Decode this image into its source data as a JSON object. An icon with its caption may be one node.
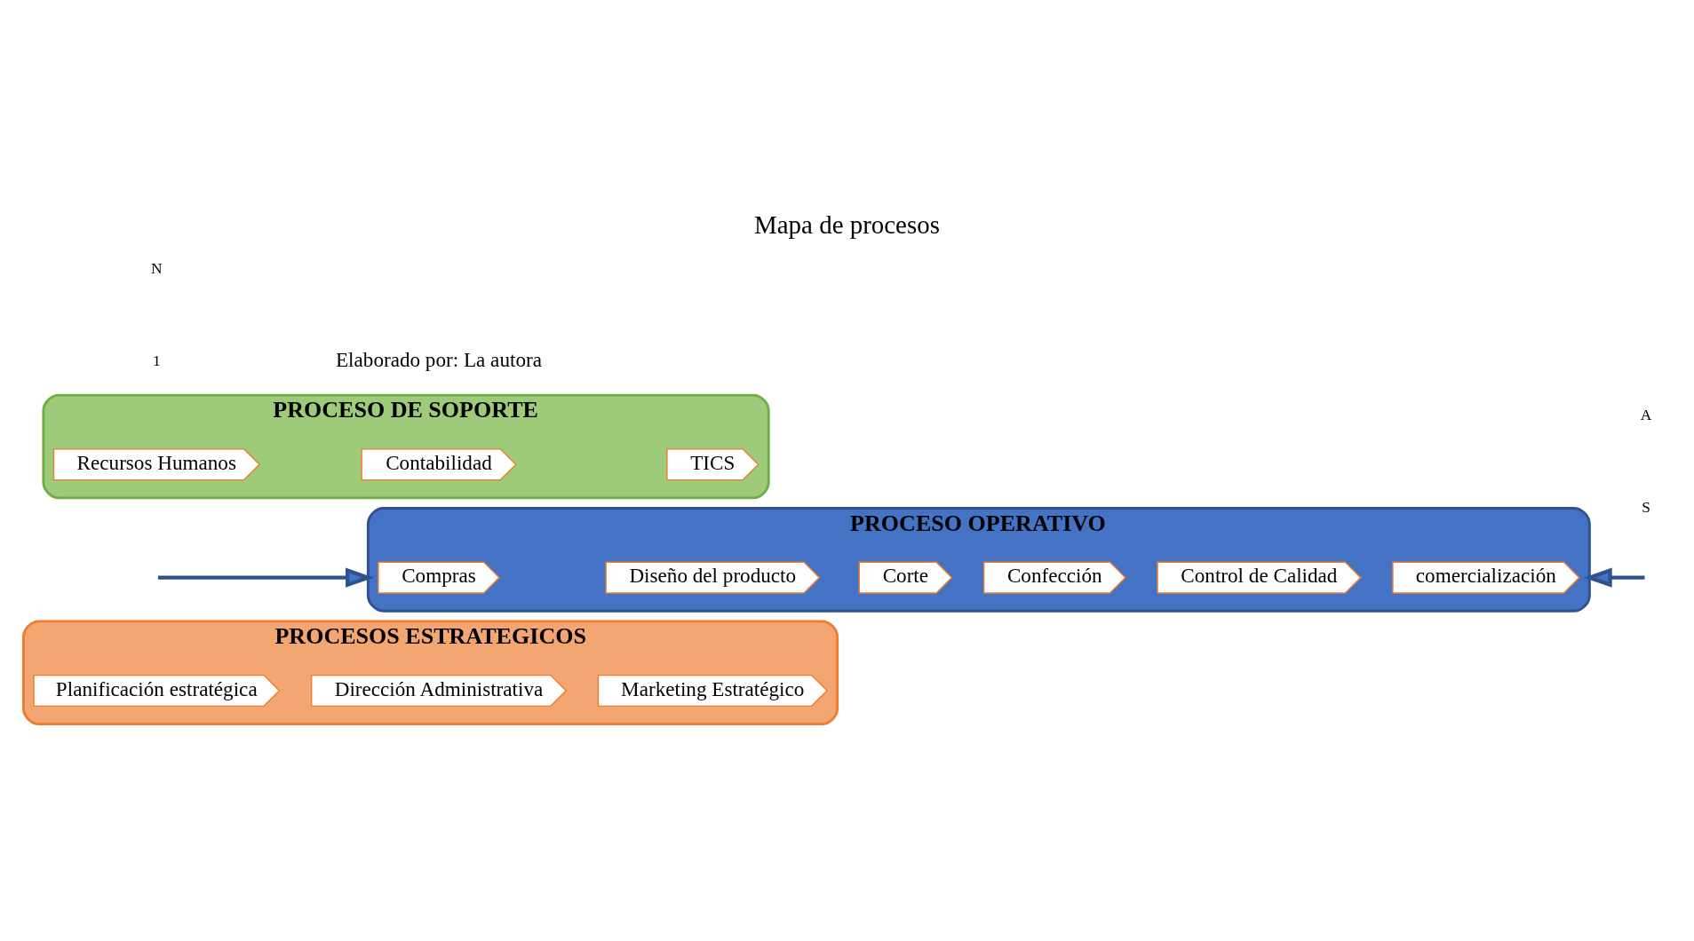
{
  "diagram": {
    "title": "Mapa de procesos",
    "caption": "Elaborado por: La autora",
    "nodes": [
      {
        "text": [
          "PROCESOS ESTRATEGICOS"
        ]
      },
      {
        "text": [
          "Planificación estratégica"
        ],
        "in": 0
      },
      {
        "text": [
          "Dirección Administrativa"
        ],
        "in": 0
      },
      {
        "text": [
          "Marketing Estratégico"
        ],
        "in": 0
      },
      {
        "text": [
          "PROCESO OPERATIVO"
        ]
      },
      {
        "text": [
          "Compras"
        ],
        "in": 4
      },
      {
        "text": [
          "Diseño del producto"
        ],
        "in": 4
      },
      {
        "text": [
          "Corte"
        ],
        "in": 4
      },
      {
        "text": [
          "Confección"
        ],
        "in": 4
      },
      {
        "text": [
          "Control de Calidad"
        ],
        "in": 4
      },
      {
        "text": [
          "comercialización"
        ],
        "in": 4
      },
      {
        "text": [
          "PROCESO DE SOPORTE"
        ]
      },
      {
        "text": [
          "Recursos Humanos"
        ],
        "in": 11
      },
      {
        "text": [
          "Contabilidad"
        ],
        "in": 11
      },
      {
        "text": [
          "TICS"
        ],
        "in": 11
      }
    ],
    "edges": [
      {
        "from": null,
        "to": 4,
        "arrow": "to"
      },
      {
        "from": null,
        "to": 4,
        "arrow": "to"
      }
    ],
    "labels": [
      "1",
      "N",
      "S",
      "A"
    ]
  }
}
